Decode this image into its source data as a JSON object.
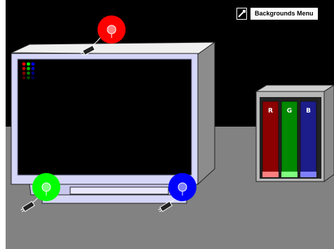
{
  "menu": {
    "label": "Backgrounds Menu",
    "icon": "eyedropper-icon"
  },
  "bulbs": [
    {
      "name": "red-bulb",
      "color": "#ff0000"
    },
    {
      "name": "green-bulb",
      "color": "#00ff00"
    },
    {
      "name": "blue-bulb",
      "color": "#0000ff"
    }
  ],
  "cartridges": [
    {
      "name": "cartridge-red",
      "label": "R",
      "color": "#8b0000",
      "tip": "#ff7f7f"
    },
    {
      "name": "cartridge-green",
      "label": "G",
      "color": "#008800",
      "tip": "#7fff7f"
    },
    {
      "name": "cartridge-blue",
      "label": "B",
      "color": "#1c1c8b",
      "tip": "#7f7fff"
    }
  ],
  "palette_colors": [
    "#ff0000",
    "#00ff00",
    "#0000ff"
  ],
  "colors": {
    "wall": "#000000",
    "floor": "#828282",
    "monitor_frame": "#d4d4f7",
    "monitor_side": "#8b8b8b"
  }
}
